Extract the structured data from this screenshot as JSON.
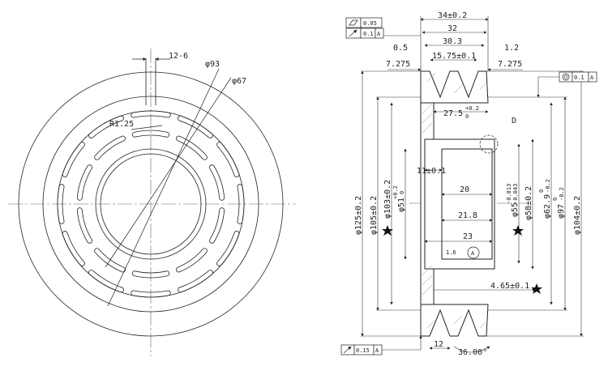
{
  "front_view": {
    "dims": [
      "12-6",
      "φ93",
      "φ67",
      "R1.25"
    ]
  },
  "section_view": {
    "top_dims": [
      "34±0.2",
      "32",
      "30.3",
      "0.5",
      "15.75±0.1",
      "1.2",
      "7.275",
      "7.275"
    ],
    "inner_dims": [
      "27.5",
      "11±0.1",
      "20",
      "21.8",
      "23",
      "1.6",
      "4.65±0.1",
      "12",
      "36.00°"
    ],
    "inner_tol": "+0.2",
    "inner_tol_low": "0",
    "detail_label": "D",
    "left_diams": [
      "φ125±0.2",
      "φ105±0.2",
      "φ103±0.2",
      "φ51"
    ],
    "left_tol_hi": "+0.2",
    "left_tol_lo": "0",
    "right_diams": [
      "φ55",
      "φ58±0.2",
      "φ62.9",
      "φ97",
      "φ104±0.2"
    ],
    "right_tols": [
      "-0.013",
      "-0.043",
      "0",
      "-0.2",
      "0",
      "-0.2"
    ],
    "gdt_top": [
      "0.05",
      "0.1",
      "A"
    ],
    "gdt_right": [
      "0.1",
      "A"
    ],
    "gdt_bottom": [
      "0.15",
      "A"
    ],
    "datum": "A"
  }
}
